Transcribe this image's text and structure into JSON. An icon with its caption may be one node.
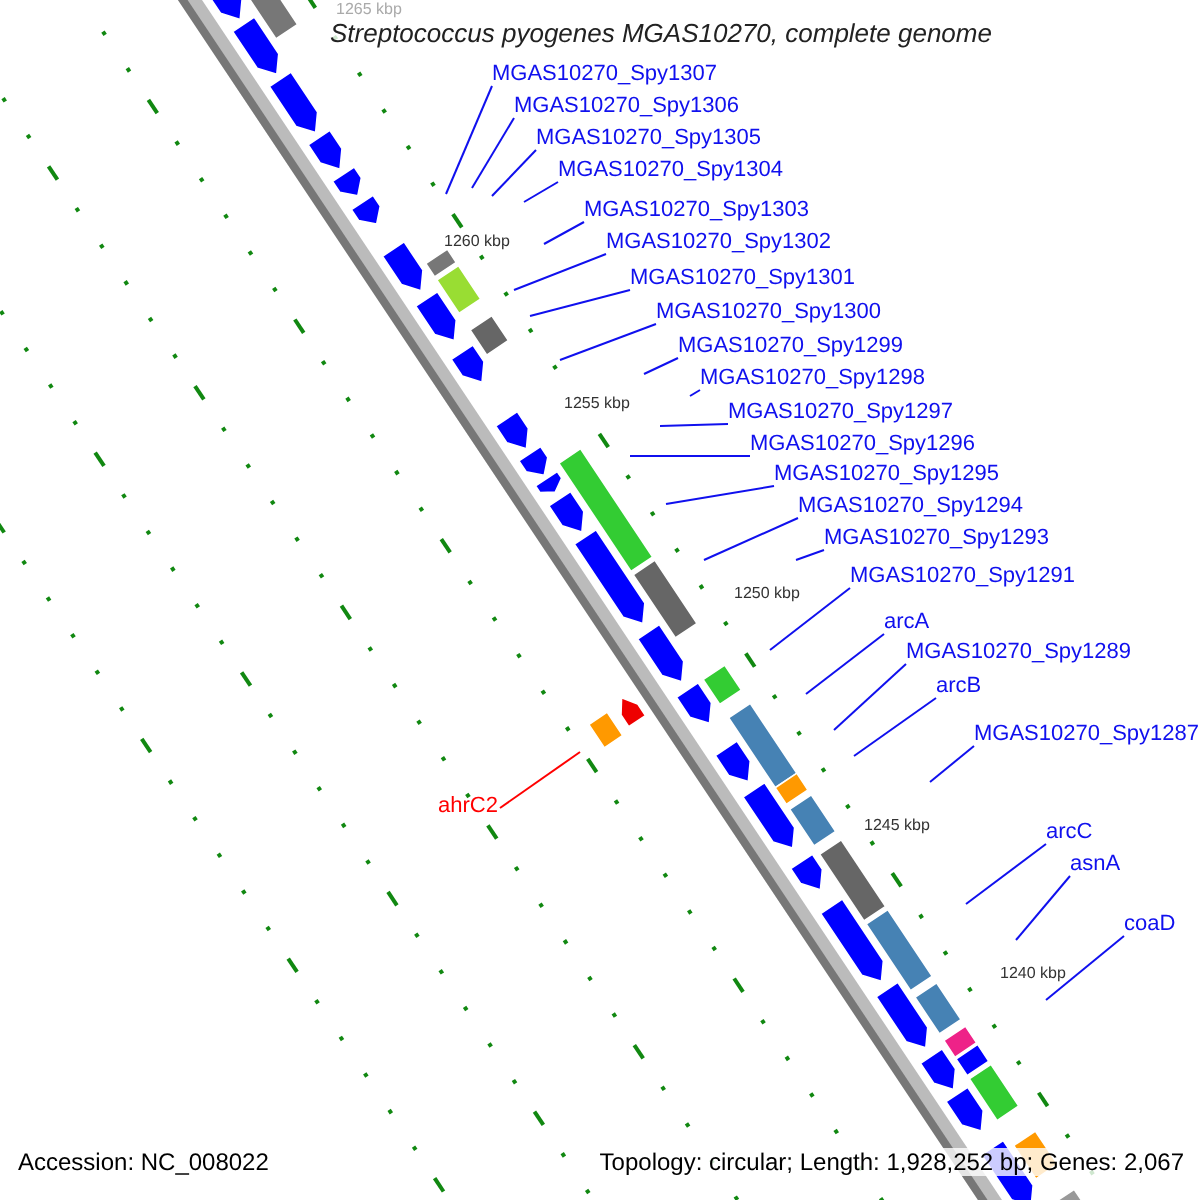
{
  "diagram": {
    "title": "Streptococcus pyogenes MGAS10270, complete genome",
    "nodes": [
      {
        "text": [
          "MGAS10270_Spy1307"
        ]
      },
      {
        "text": [
          "MGAS10270_Spy1306"
        ]
      },
      {
        "text": [
          "MGAS10270_Spy1305"
        ]
      },
      {
        "text": [
          "MGAS10270_Spy1304"
        ]
      },
      {
        "text": [
          "MGAS10270_Spy1303"
        ]
      },
      {
        "text": [
          "MGAS10270_Spy1302"
        ]
      },
      {
        "text": [
          "MGAS10270_Spy1301"
        ]
      },
      {
        "text": [
          "MGAS10270_Spy1300"
        ]
      },
      {
        "text": [
          "MGAS10270_Spy1299"
        ]
      },
      {
        "text": [
          "MGAS10270_Spy1298"
        ]
      },
      {
        "text": [
          "MGAS10270_Spy1297"
        ]
      },
      {
        "text": [
          "MGAS10270_Spy1296"
        ]
      },
      {
        "text": [
          "MGAS10270_Spy1295"
        ]
      },
      {
        "text": [
          "MGAS10270_Spy1294"
        ]
      },
      {
        "text": [
          "MGAS10270_Spy1293"
        ]
      },
      {
        "text": [
          "MGAS10270_Spy1291"
        ]
      },
      {
        "text": [
          "arcA"
        ]
      },
      {
        "text": [
          "MGAS10270_Spy1289"
        ]
      },
      {
        "text": [
          "arcB"
        ]
      },
      {
        "text": [
          "MGAS10270_Spy1287"
        ]
      },
      {
        "text": [
          "arcC"
        ]
      },
      {
        "text": [
          "asnA"
        ]
      },
      {
        "text": [
          "coaD"
        ]
      },
      {
        "text": [
          "ahrC2"
        ]
      }
    ],
    "edges": [
      {
        "from": 0,
        "to": null,
        "arrow": "none"
      },
      {
        "from": 1,
        "to": null,
        "arrow": "none"
      },
      {
        "from": 2,
        "to": null,
        "arrow": "none"
      },
      {
        "from": 3,
        "to": null,
        "arrow": "none"
      },
      {
        "from": 4,
        "to": null,
        "arrow": "none"
      },
      {
        "from": 5,
        "to": null,
        "arrow": "none"
      },
      {
        "from": 6,
        "to": null,
        "arrow": "none"
      },
      {
        "from": 7,
        "to": null,
        "arrow": "none"
      },
      {
        "from": 8,
        "to": null,
        "arrow": "none"
      },
      {
        "from": 9,
        "to": null,
        "arrow": "none"
      },
      {
        "from": 10,
        "to": null,
        "arrow": "none"
      },
      {
        "from": 11,
        "to": null,
        "arrow": "none"
      },
      {
        "from": 12,
        "to": null,
        "arrow": "none"
      },
      {
        "from": 13,
        "to": null,
        "arrow": "none"
      },
      {
        "from": 14,
        "to": null,
        "arrow": "none"
      },
      {
        "from": 15,
        "to": null,
        "arrow": "none"
      },
      {
        "from": 16,
        "to": null,
        "arrow": "none"
      },
      {
        "from": 17,
        "to": null,
        "arrow": "none"
      },
      {
        "from": 18,
        "to": null,
        "arrow": "none"
      },
      {
        "from": 19,
        "to": null,
        "arrow": "none"
      },
      {
        "from": 20,
        "to": null,
        "arrow": "none"
      },
      {
        "from": 21,
        "to": null,
        "arrow": "none"
      },
      {
        "from": 22,
        "to": null,
        "arrow": "none"
      },
      {
        "from": 23,
        "to": null,
        "arrow": "none",
        "color": "#ff0000"
      }
    ],
    "labels": [
      "1265 kbp",
      "1260 kbp",
      "1255 kbp",
      "1250 kbp",
      "1245 kbp",
      "1240 kbp",
      "Accession: NC_008022",
      "Topology: circular; Length: 1,928,252 bp; Genes: 2,067"
    ]
  }
}
